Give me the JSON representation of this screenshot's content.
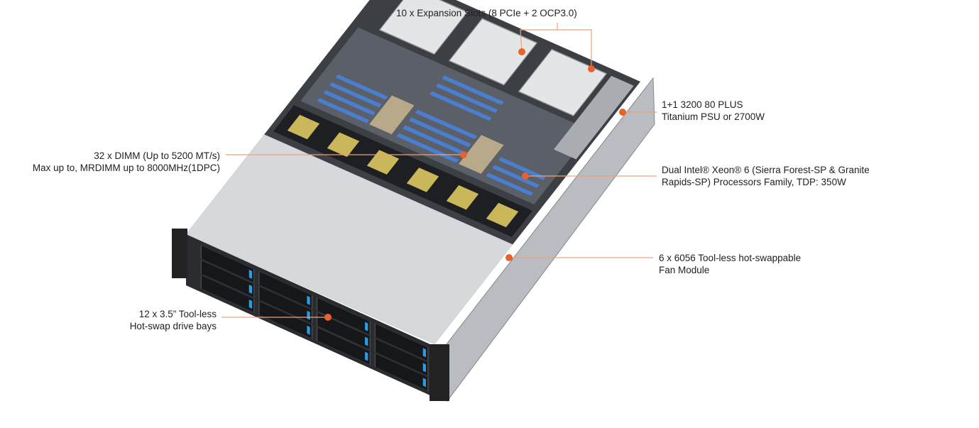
{
  "callouts": {
    "expansion": {
      "line1": "10 x Expansion Slots (8 PCIe + 2 OCP3.0)"
    },
    "psu": {
      "line1": "1+1 3200 80 PLUS",
      "line2": "Titanium PSU or 2700W"
    },
    "dimm": {
      "line1": "32 x DIMM (Up to 5200 MT/s)",
      "line2": "Max up to, MRDIMM up to 8000MHz(1DPC)"
    },
    "cpu": {
      "line1": "Dual Intel® Xeon® 6 (Sierra Forest-SP & Granite",
      "line2": "Rapids-SP) Processors Family, TDP: 350W"
    },
    "fan": {
      "line1": "6 x 6056 Tool-less hot-swappable",
      "line2": "Fan Module"
    },
    "drives": {
      "line1": "12 x 3.5” Tool-less",
      "line2": "Hot-swap drive bays"
    }
  },
  "colors": {
    "accent": "#e8622a",
    "leader": "#f0a07a",
    "drive_tab": "#2e9be0"
  }
}
